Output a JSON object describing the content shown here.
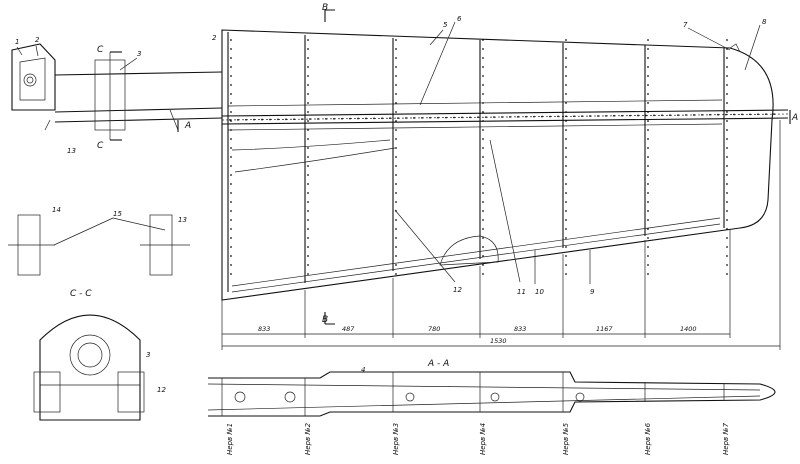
{
  "section_labels": {
    "cc": "C - C",
    "aa": "A - A",
    "b_top": "B",
    "b_bottom": "B",
    "a_right": "A",
    "a_left": "A",
    "c_top": "C",
    "c_bottom": "C"
  },
  "callouts": [
    "1",
    "2",
    "3",
    "4",
    "5",
    "6",
    "7",
    "8",
    "9",
    "10",
    "11",
    "12",
    "13",
    "14",
    "15",
    "2",
    "3",
    "12",
    "13"
  ],
  "dimensions": {
    "segments": [
      "833",
      "487",
      "780",
      "833",
      "1167",
      "1400"
    ],
    "overall": "1530"
  },
  "ribs": [
    "Нерв №1",
    "Нерв №2",
    "Нерв №3",
    "Нерв №4",
    "Нерв №5",
    "Нерв №6",
    "Нерв №7"
  ]
}
